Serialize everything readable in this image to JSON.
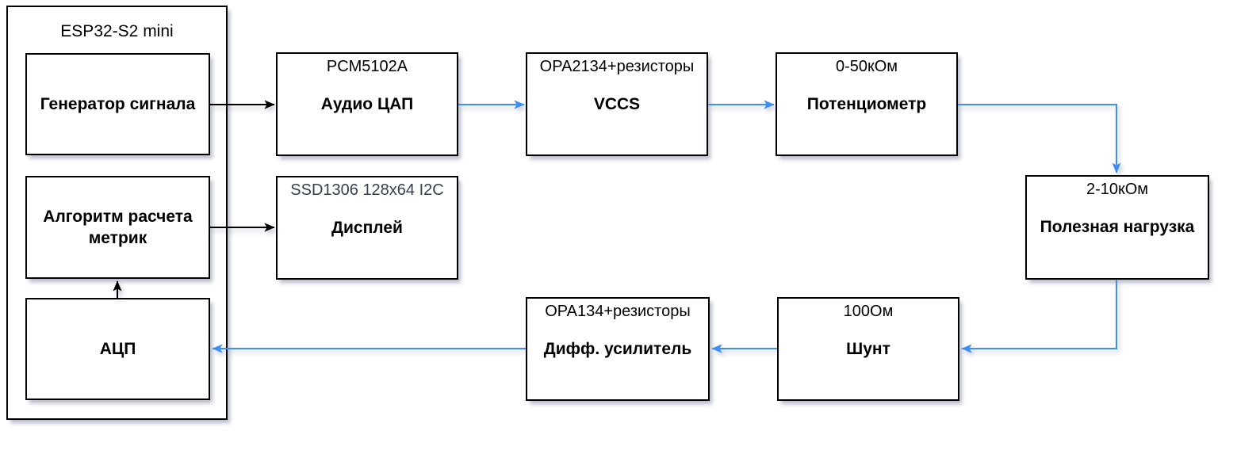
{
  "diagram": {
    "container": {
      "title": "ESP32-S2 mini"
    },
    "nodes": {
      "signal_generator": {
        "label": "Генератор сигнала"
      },
      "metrics_algorithm": {
        "label": "Алгоритм расчета метрик"
      },
      "adc": {
        "label": "АЦП"
      },
      "audio_dac": {
        "header": "PCM5102A",
        "label": "Аудио ЦАП"
      },
      "display": {
        "header": "SSD1306 128x64 I2C",
        "label": "Дисплей"
      },
      "vccs": {
        "header": "OPA2134+резисторы",
        "label": "VCCS"
      },
      "potentiometer": {
        "header": "0-50кОм",
        "label": "Потенциометр"
      },
      "load": {
        "header": "2-10кОм",
        "label": "Полезная нагрузка"
      },
      "diff_amplifier": {
        "header": "OPA134+резисторы",
        "label": "Дифф. усилитель"
      },
      "shunt": {
        "header": "100Ом",
        "label": "Шунт"
      }
    },
    "connections": [
      {
        "from": "signal_generator",
        "to": "audio_dac",
        "color": "black"
      },
      {
        "from": "metrics_algorithm",
        "to": "display",
        "color": "black"
      },
      {
        "from": "adc",
        "to": "metrics_algorithm",
        "color": "black"
      },
      {
        "from": "audio_dac",
        "to": "vccs",
        "color": "blue"
      },
      {
        "from": "vccs",
        "to": "potentiometer",
        "color": "blue"
      },
      {
        "from": "potentiometer",
        "to": "load",
        "color": "blue"
      },
      {
        "from": "load",
        "to": "shunt",
        "color": "blue"
      },
      {
        "from": "shunt",
        "to": "diff_amplifier",
        "color": "blue"
      },
      {
        "from": "diff_amplifier",
        "to": "adc",
        "color": "blue"
      }
    ],
    "colors": {
      "background": "#ffffff",
      "node_fill": "#ffffff",
      "node_border": "#000000",
      "digital_line": "#000000",
      "analog_line": "#3e8ef5",
      "display_header_text": "#33404d"
    }
  }
}
